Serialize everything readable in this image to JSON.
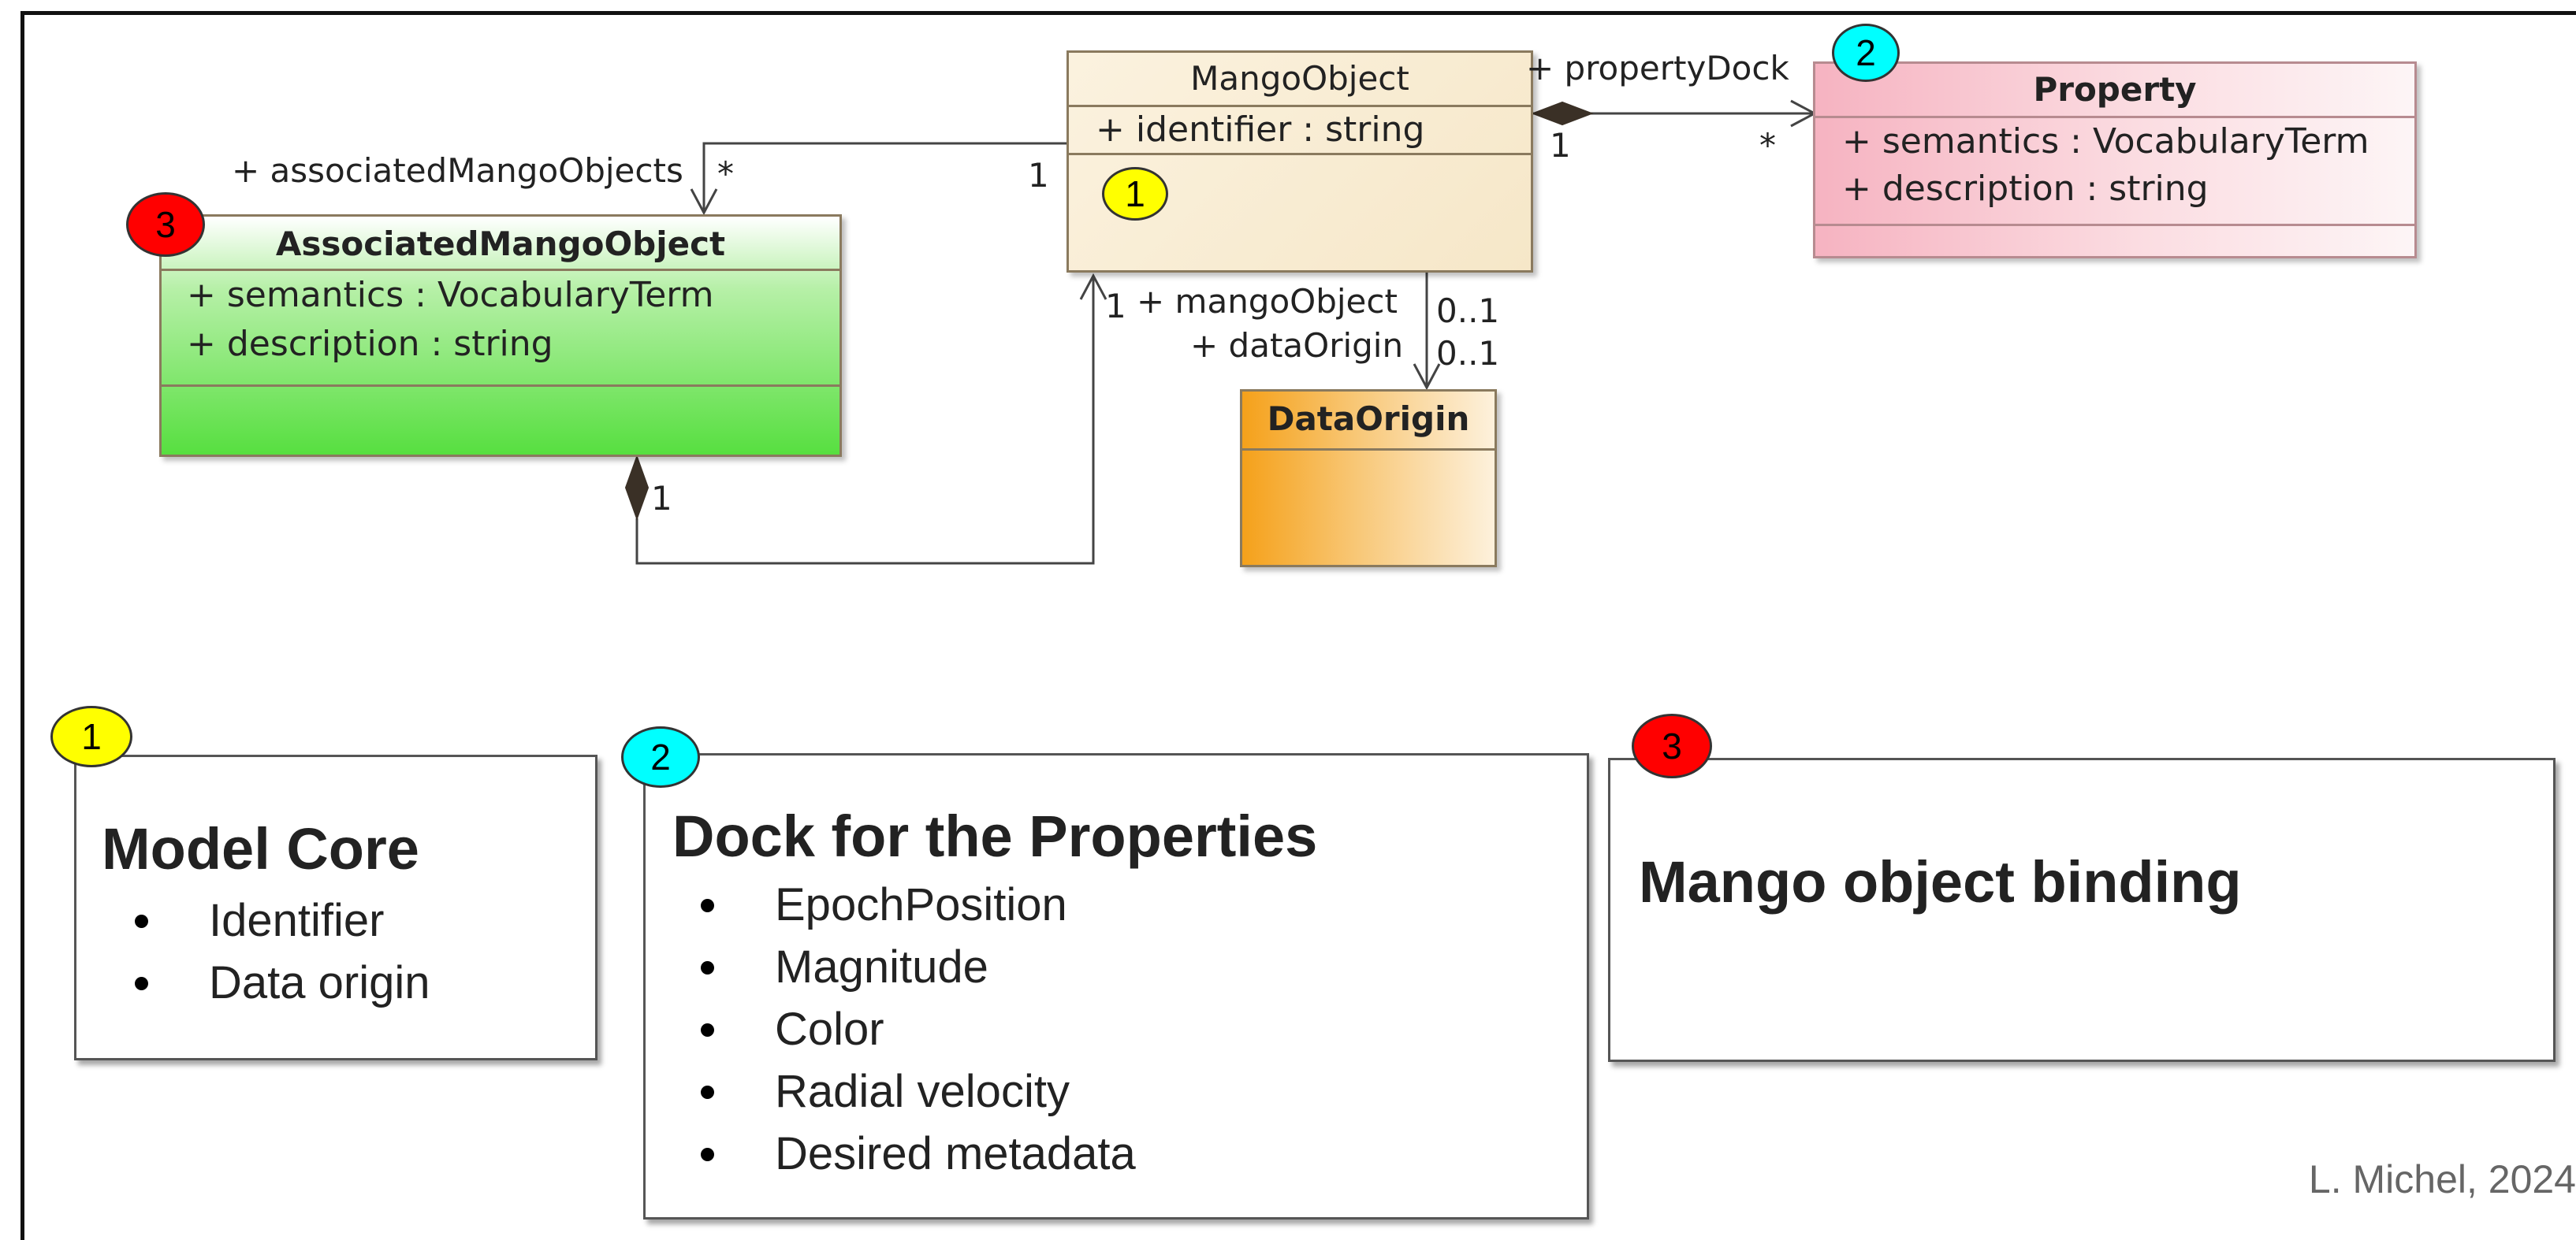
{
  "classes": {
    "mango_object": {
      "name": "MangoObject",
      "attributes": [
        "+ identifier : string"
      ]
    },
    "property": {
      "name": "Property",
      "attributes": [
        "+ semantics : VocabularyTerm",
        "+ description : string"
      ]
    },
    "associated_mango_object": {
      "name": "AssociatedMangoObject",
      "attributes": [
        "+ semantics : VocabularyTerm",
        "+ description : string"
      ]
    },
    "data_origin": {
      "name": "DataOrigin",
      "attributes": []
    }
  },
  "relations": {
    "property_dock": {
      "role": "+ propertyDock",
      "source_mult": "1",
      "target_mult": "*"
    },
    "associated": {
      "role": "+ associatedMangoObjects",
      "source_mult": "1",
      "target_mult": "*"
    },
    "data_origin": {
      "role": "+ dataOrigin",
      "target_mult": "0..1",
      "back_role": "+ mangoObject",
      "back_mult": "0..1"
    },
    "composition_back": {
      "source_mult": "1",
      "target_mult": "1"
    }
  },
  "badges": {
    "one": {
      "text": "1",
      "color": "#ffff00"
    },
    "two": {
      "text": "2",
      "color": "#00ffff"
    },
    "three": {
      "text": "3",
      "color": "#ff0000"
    }
  },
  "notes": {
    "model_core": {
      "badge": "1",
      "title": "Model Core",
      "items": [
        "Identifier",
        "Data origin"
      ]
    },
    "dock": {
      "badge": "2",
      "title": "Dock for the Properties",
      "items": [
        "EpochPosition",
        "Magnitude",
        "Color",
        "Radial velocity",
        "Desired metadata"
      ]
    },
    "binding": {
      "badge": "3",
      "title": "Mango object binding",
      "items": []
    }
  },
  "credit": "L. Michel, 2024"
}
